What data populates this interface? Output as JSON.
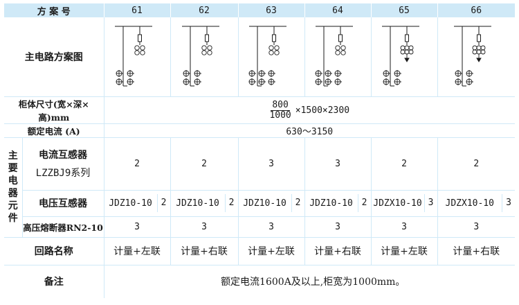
{
  "header": {
    "label": "方 案 号",
    "schemes": [
      "61",
      "62",
      "63",
      "64",
      "65",
      "66"
    ]
  },
  "diagram_row": {
    "label": "主电路方案图",
    "icons": [
      "main-circuit-diagram-icon"
    ]
  },
  "dimensions_row": {
    "label": "柜体尺寸(宽×深×高)mm",
    "width_top": "800",
    "width_bottom": "1000",
    "rest": "×1500×2300"
  },
  "current_row": {
    "label": "额定电流 (A)",
    "value": "630～3150"
  },
  "main_components": {
    "side_label": [
      "主",
      "要",
      "电",
      "器",
      "元",
      "件"
    ],
    "ct": {
      "label_line1": "电流互感器",
      "label_line2": "LZZBJ9系列",
      "values": [
        "2",
        "2",
        "3",
        "3",
        "2",
        "2"
      ]
    },
    "vt": {
      "label": "电压互感器",
      "models": [
        "JDZ10-10",
        "JDZ10-10",
        "JDZ10-10",
        "JDZ10-10",
        "JDZX10-10",
        "JDZX10-10"
      ],
      "qty": [
        "2",
        "2",
        "2",
        "2",
        "3",
        "3"
      ]
    },
    "fuse": {
      "label": "高压熔断器RN2-10",
      "values": [
        "3",
        "3",
        "3",
        "3",
        "3",
        "3"
      ]
    }
  },
  "circuit_name_row": {
    "label": "回路名称",
    "values": [
      "计量+左联",
      "计量+右联",
      "计量+左联",
      "计量+右联",
      "计量+左联",
      "计量+右联"
    ]
  },
  "remark_row": {
    "label": "备注",
    "text": "额定电流1600A及以上,柜宽为1000mm。"
  },
  "colors": {
    "header_bg": "#cfe9f7",
    "grid_line": "#cfe9f7",
    "text": "#1a1a1a"
  }
}
